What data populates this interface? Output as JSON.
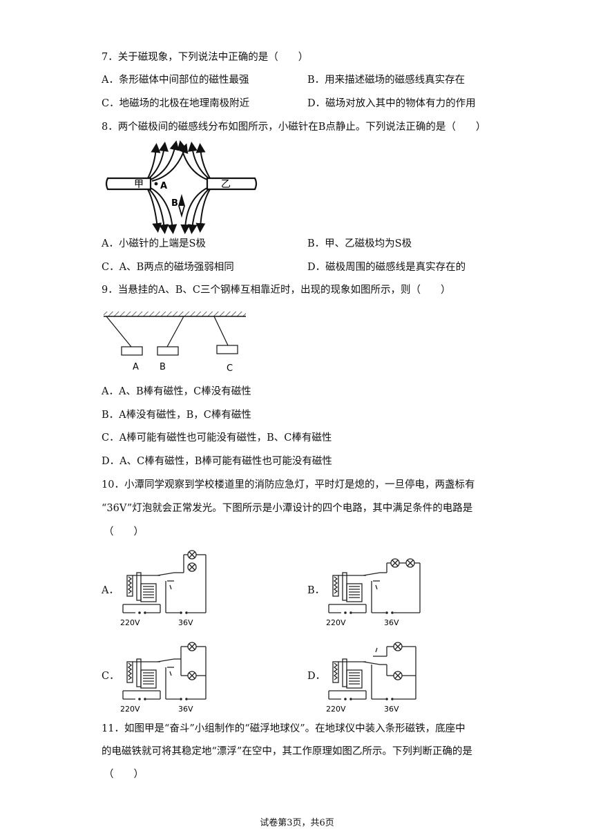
{
  "q7": {
    "stem": "7．关于磁现象，下列说法中正确的是（　　）",
    "options": [
      "A．条形磁体中间部位的磁性最强",
      "B．用来描述磁场的磁感线真实存在",
      "C．地磁场的北极在地理南极附近",
      "D．磁场对放入其中的物体有力的作用"
    ]
  },
  "q8": {
    "stem": "8．两个磁极间的磁感线分布如图所示，小磁针在B点静止。下列说法正确的是（　　）",
    "figure": {
      "left_pole": "甲",
      "right_pole": "乙",
      "point_a": "A",
      "point_b": "B"
    },
    "options": [
      "A．小磁针的上端是S极",
      "B．甲、乙磁极均为S极",
      "C．A、B两点的磁场强弱相同",
      "D．磁极周围的磁感线是真实存在的"
    ]
  },
  "q9": {
    "stem": "9．当悬挂的A、B、C三个钢棒互相靠近时，出现的现象如图所示，则（　　）",
    "figure": {
      "rods": [
        "A",
        "B",
        "C"
      ]
    },
    "options": [
      "A．A、B棒有磁性，C棒没有磁性",
      "B．A棒没有磁性，B，C棒有磁性",
      "C．A棒可能有磁性也可能没有磁性，B、C棒有磁性",
      "D．A、C棒有磁性，B棒可能有磁性也可能没有磁性"
    ]
  },
  "q10": {
    "stem_lines": [
      "10．小潭同学观察到学校楼道里的消防应急灯，平时灯是熄的，一旦停电，两盏标有",
      "“36V”灯泡就会正常发光。下图所示是小潭设计的四个电路，其中满足条件的电路是",
      "（　　）"
    ],
    "options": [
      "A．",
      "B．",
      "C．",
      "D．"
    ],
    "voltage_labels": {
      "mains": "220V",
      "low": "36V"
    }
  },
  "q11": {
    "stem_lines": [
      "11．如图甲是“奋斗”小组制作的“磁浮地球仪”。在地球仪中装入条形磁铁，底座中",
      "的电磁铁就可将其稳定地“漂浮”在空中，其工作原理如图乙所示。下列判断正确的是",
      "（　　）"
    ]
  },
  "footer": "试卷第3页，共6页"
}
